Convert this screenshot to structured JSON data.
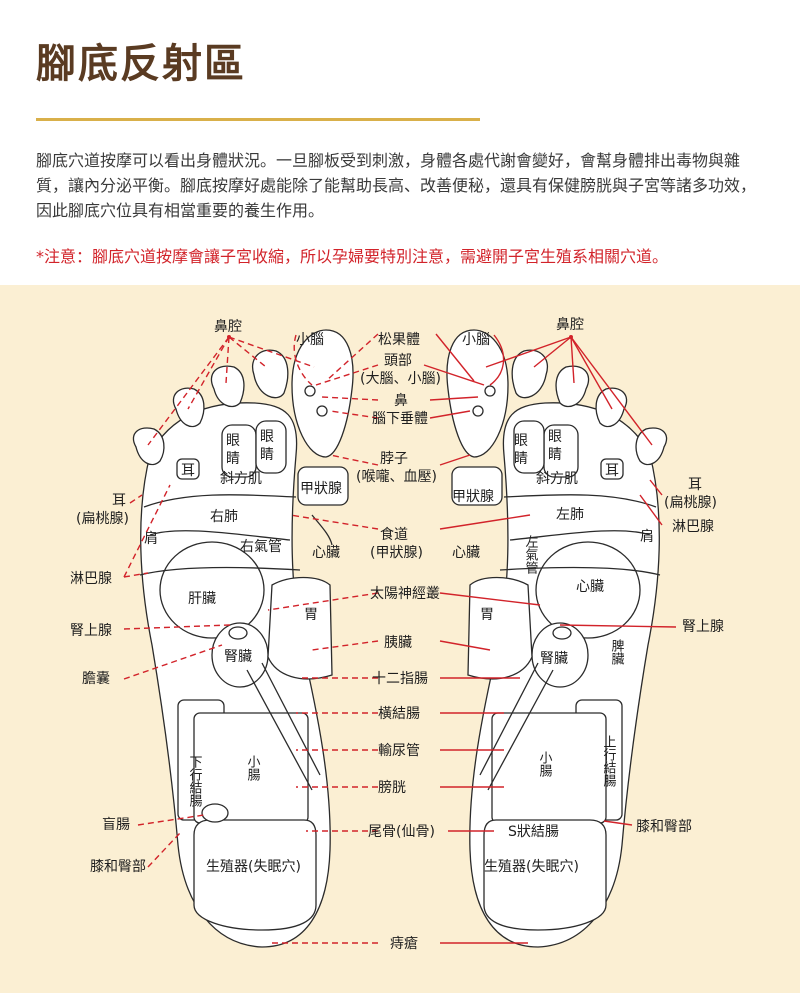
{
  "title": "腳底反射區",
  "intro": "腳底穴道按摩可以看出身體狀況。一旦腳板受到刺激，身體各處代謝會變好，會幫身體排出毒物與雜質，讓內分泌平衡。腳底按摩好處能除了能幫助長高、改善便秘，還具有保健膀胱與子宮等諸多功效，因此腳底穴位具有相當重要的養生作用。",
  "warning": "*注意：腳底穴道按摩會讓子宮收縮，所以孕婦要特別注意，需避開子宮生殖系相關穴道。",
  "colors": {
    "title": "#5a3b22",
    "rule": "#d9b04a",
    "warning": "#d2232a",
    "panel": "#fbefd3",
    "foot": "#ffffff",
    "line": "#d2232a"
  },
  "labels": {
    "nasal_left": "鼻腔",
    "nasal_right": "鼻腔",
    "cerebellum_left": "小腦",
    "cerebellum_right": "小腦",
    "pineal": "松果體",
    "head_1": "頭部",
    "head_2": "(大腦、小腦)",
    "nose": "鼻",
    "pituitary": "腦下垂體",
    "eye_c1": "眼",
    "eye_c2": "睛",
    "neck_1": "脖子",
    "neck_2": "(喉嚨、血壓)",
    "ear": "耳",
    "trapezius": "斜方肌",
    "thyroid": "甲狀腺",
    "ear_tonsil_1": "耳",
    "ear_tonsil_2": "(扁桃腺)",
    "shoulder": "肩",
    "right_lung": "右肺",
    "left_lung": "左肺",
    "right_bronchus": "右氣管",
    "left_bronchus": "左氣管",
    "esophagus_1": "食道",
    "esophagus_2": "(甲狀腺)",
    "heart": "心臟",
    "lymph": "淋巴腺",
    "liver": "肝臟",
    "solar_plexus": "太陽神經叢",
    "stomach": "胃",
    "adrenal": "腎上腺",
    "pancreas": "胰臟",
    "kidney": "腎臟",
    "spleen": "脾臟",
    "gallbladder": "膽囊",
    "duodenum": "十二指腸",
    "transverse_colon": "橫結腸",
    "ureter": "輸尿管",
    "descending_colon": "下行結腸",
    "ascending_colon": "上行結腸",
    "small_intestine": "小腸",
    "bladder": "膀胱",
    "appendix": "盲腸",
    "coccyx": "尾骨(仙骨)",
    "sigmoid": "S狀結腸",
    "knee_hip": "膝和臀部",
    "genital": "生殖器(失眠穴)",
    "hemorrhoid": "痔瘡"
  }
}
